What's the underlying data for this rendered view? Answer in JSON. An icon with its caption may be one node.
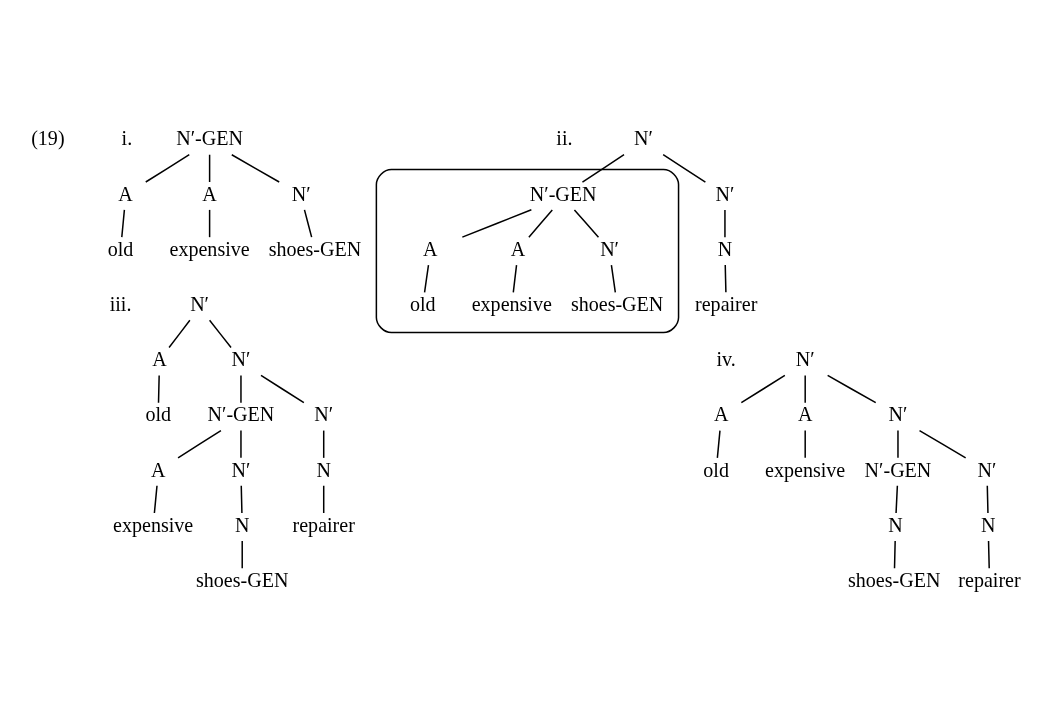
{
  "diagram": {
    "nodes": [
      {
        "text": [
          "N′-GEN"
        ]
      },
      {
        "text": [
          "A"
        ]
      },
      {
        "text": [
          "A"
        ]
      },
      {
        "text": [
          "N′"
        ]
      },
      {
        "text": [
          "old"
        ]
      },
      {
        "text": [
          "expensive"
        ]
      },
      {
        "text": [
          "shoes-GEN"
        ]
      },
      {
        "text": [
          "N′"
        ]
      },
      {
        "text": [],
        "shape": "arch"
      },
      {
        "text": [
          "N′-GEN"
        ],
        "in": 8
      },
      {
        "text": [
          "A"
        ],
        "in": 8
      },
      {
        "text": [
          "A"
        ],
        "in": 8
      },
      {
        "text": [
          "N′"
        ],
        "in": 8
      },
      {
        "text": [
          "old"
        ],
        "in": 8
      },
      {
        "text": [
          "expensive"
        ],
        "in": 8
      },
      {
        "text": [
          "shoes-GEN"
        ],
        "in": 8
      },
      {
        "text": [
          "N′"
        ]
      },
      {
        "text": [
          "N"
        ]
      },
      {
        "text": [
          "repairer"
        ]
      },
      {
        "text": [
          "N′"
        ]
      },
      {
        "text": [
          "A"
        ]
      },
      {
        "text": [
          "N′"
        ]
      },
      {
        "text": [
          "old"
        ]
      },
      {
        "text": [
          "N′-GEN"
        ]
      },
      {
        "text": [
          "N′"
        ]
      },
      {
        "text": [
          "A"
        ]
      },
      {
        "text": [
          "N′"
        ]
      },
      {
        "text": [
          "N"
        ]
      },
      {
        "text": [
          "expensive"
        ]
      },
      {
        "text": [
          "N"
        ]
      },
      {
        "text": [
          "repairer"
        ]
      },
      {
        "text": [
          "shoes-GEN"
        ]
      },
      {
        "text": [
          "N′"
        ]
      },
      {
        "text": [
          "A"
        ]
      },
      {
        "text": [
          "A"
        ]
      },
      {
        "text": [
          "N′"
        ]
      },
      {
        "text": [
          "old"
        ]
      },
      {
        "text": [
          "expensive"
        ]
      },
      {
        "text": [
          "N′-GEN"
        ]
      },
      {
        "text": [
          "N′"
        ]
      },
      {
        "text": [
          "N"
        ]
      },
      {
        "text": [
          "N"
        ]
      },
      {
        "text": [
          "shoes-GEN"
        ]
      },
      {
        "text": [
          "repairer"
        ]
      }
    ],
    "edges": [
      {
        "from": 0,
        "to": 1,
        "arrow": "none"
      },
      {
        "from": 0,
        "to": 2,
        "arrow": "none"
      },
      {
        "from": 0,
        "to": 3,
        "arrow": "none"
      },
      {
        "from": 1,
        "to": 4,
        "arrow": "none"
      },
      {
        "from": 2,
        "to": 5,
        "arrow": "none"
      },
      {
        "from": 3,
        "to": 6,
        "arrow": "none"
      },
      {
        "from": 7,
        "to": 9,
        "arrow": "none"
      },
      {
        "from": 7,
        "to": 16,
        "arrow": "none"
      },
      {
        "from": 9,
        "to": 10,
        "arrow": "none"
      },
      {
        "from": 9,
        "to": 11,
        "arrow": "none"
      },
      {
        "from": 9,
        "to": 12,
        "arrow": "none"
      },
      {
        "from": 10,
        "to": 13,
        "arrow": "none"
      },
      {
        "from": 11,
        "to": 14,
        "arrow": "none"
      },
      {
        "from": 12,
        "to": 15,
        "arrow": "none"
      },
      {
        "from": 16,
        "to": 17,
        "arrow": "none"
      },
      {
        "from": 17,
        "to": 18,
        "arrow": "none"
      },
      {
        "from": 19,
        "to": 20,
        "arrow": "none"
      },
      {
        "from": 19,
        "to": 21,
        "arrow": "none"
      },
      {
        "from": 20,
        "to": 22,
        "arrow": "none"
      },
      {
        "from": 21,
        "to": 23,
        "arrow": "none"
      },
      {
        "from": 21,
        "to": 24,
        "arrow": "none"
      },
      {
        "from": 23,
        "to": 25,
        "arrow": "none"
      },
      {
        "from": 23,
        "to": 26,
        "arrow": "none"
      },
      {
        "from": 24,
        "to": 27,
        "arrow": "none"
      },
      {
        "from": 25,
        "to": 28,
        "arrow": "none"
      },
      {
        "from": 26,
        "to": 29,
        "arrow": "none"
      },
      {
        "from": 27,
        "to": 30,
        "arrow": "none"
      },
      {
        "from": 29,
        "to": 31,
        "arrow": "none"
      },
      {
        "from": 32,
        "to": 33,
        "arrow": "none"
      },
      {
        "from": 32,
        "to": 34,
        "arrow": "none"
      },
      {
        "from": 32,
        "to": 35,
        "arrow": "none"
      },
      {
        "from": 33,
        "to": 36,
        "arrow": "none"
      },
      {
        "from": 34,
        "to": 37,
        "arrow": "none"
      },
      {
        "from": 35,
        "to": 38,
        "arrow": "none"
      },
      {
        "from": 35,
        "to": 39,
        "arrow": "none"
      },
      {
        "from": 38,
        "to": 40,
        "arrow": "none"
      },
      {
        "from": 39,
        "to": 41,
        "arrow": "none"
      },
      {
        "from": 40,
        "to": 42,
        "arrow": "none"
      },
      {
        "from": 41,
        "to": 43,
        "arrow": "none"
      }
    ],
    "labels": [
      "(19)",
      "i.",
      "ii.",
      "iii.",
      "iv."
    ]
  }
}
